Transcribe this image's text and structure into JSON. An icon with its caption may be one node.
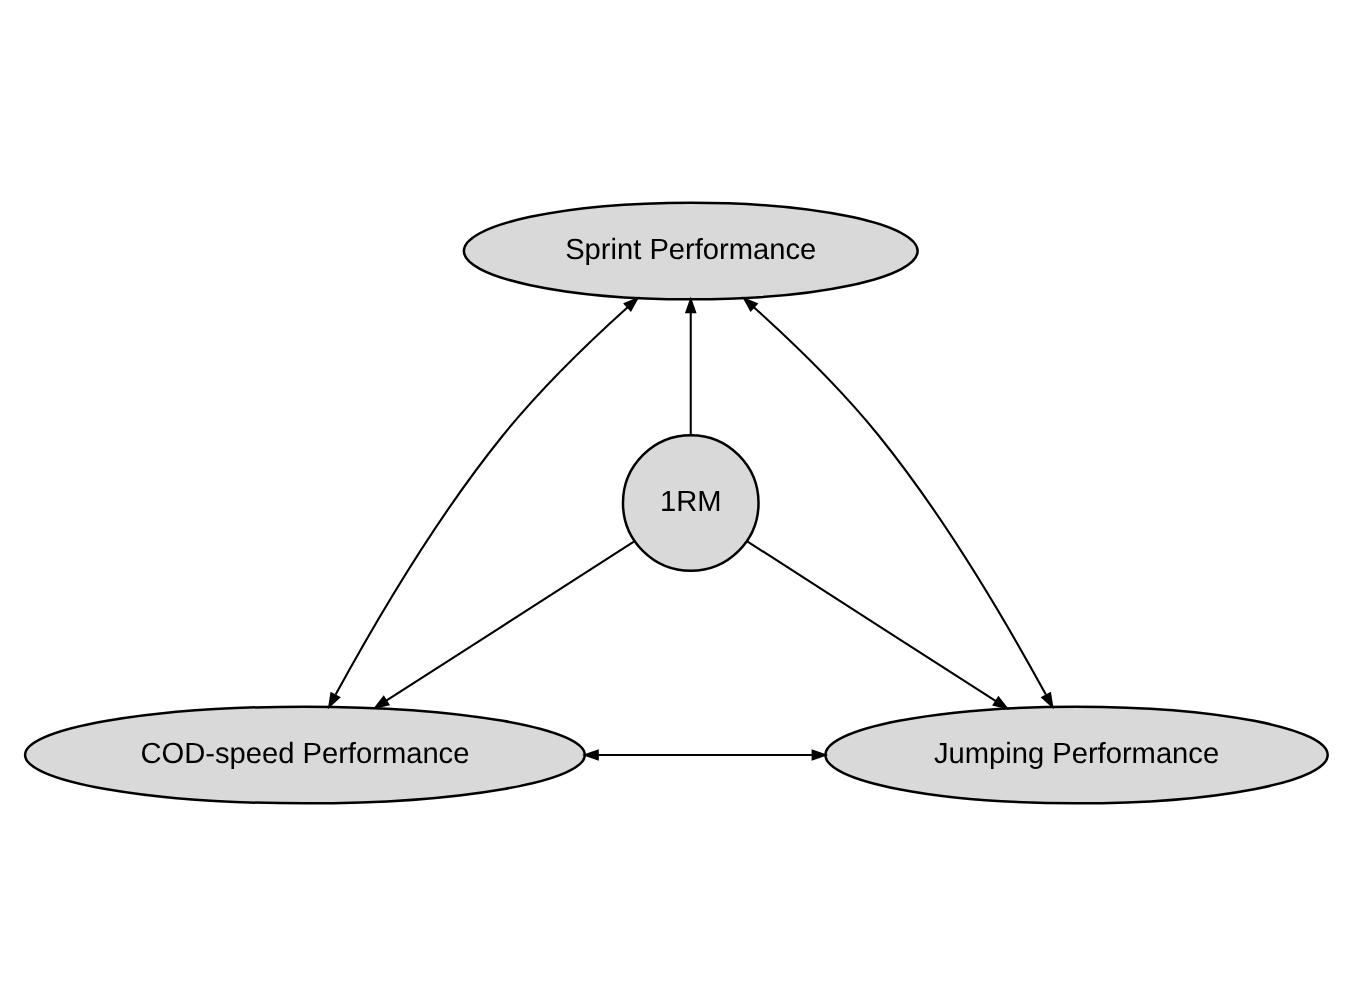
{
  "diagram": {
    "nodes": [
      {
        "text": [
          "Sprint Performance"
        ]
      },
      {
        "text": [
          "1RM"
        ]
      },
      {
        "text": [
          "COD-speed Performance"
        ]
      },
      {
        "text": [
          "Jumping Performance"
        ]
      }
    ],
    "edges": [
      {
        "from": 1,
        "to": 0,
        "arrow": "to"
      },
      {
        "from": 1,
        "to": 2,
        "arrow": "to"
      },
      {
        "from": 1,
        "to": 3,
        "arrow": "to"
      },
      {
        "from": 0,
        "to": 2,
        "arrow": "both"
      },
      {
        "from": 0,
        "to": 3,
        "arrow": "both"
      },
      {
        "from": 2,
        "to": 3,
        "arrow": "both"
      }
    ]
  }
}
